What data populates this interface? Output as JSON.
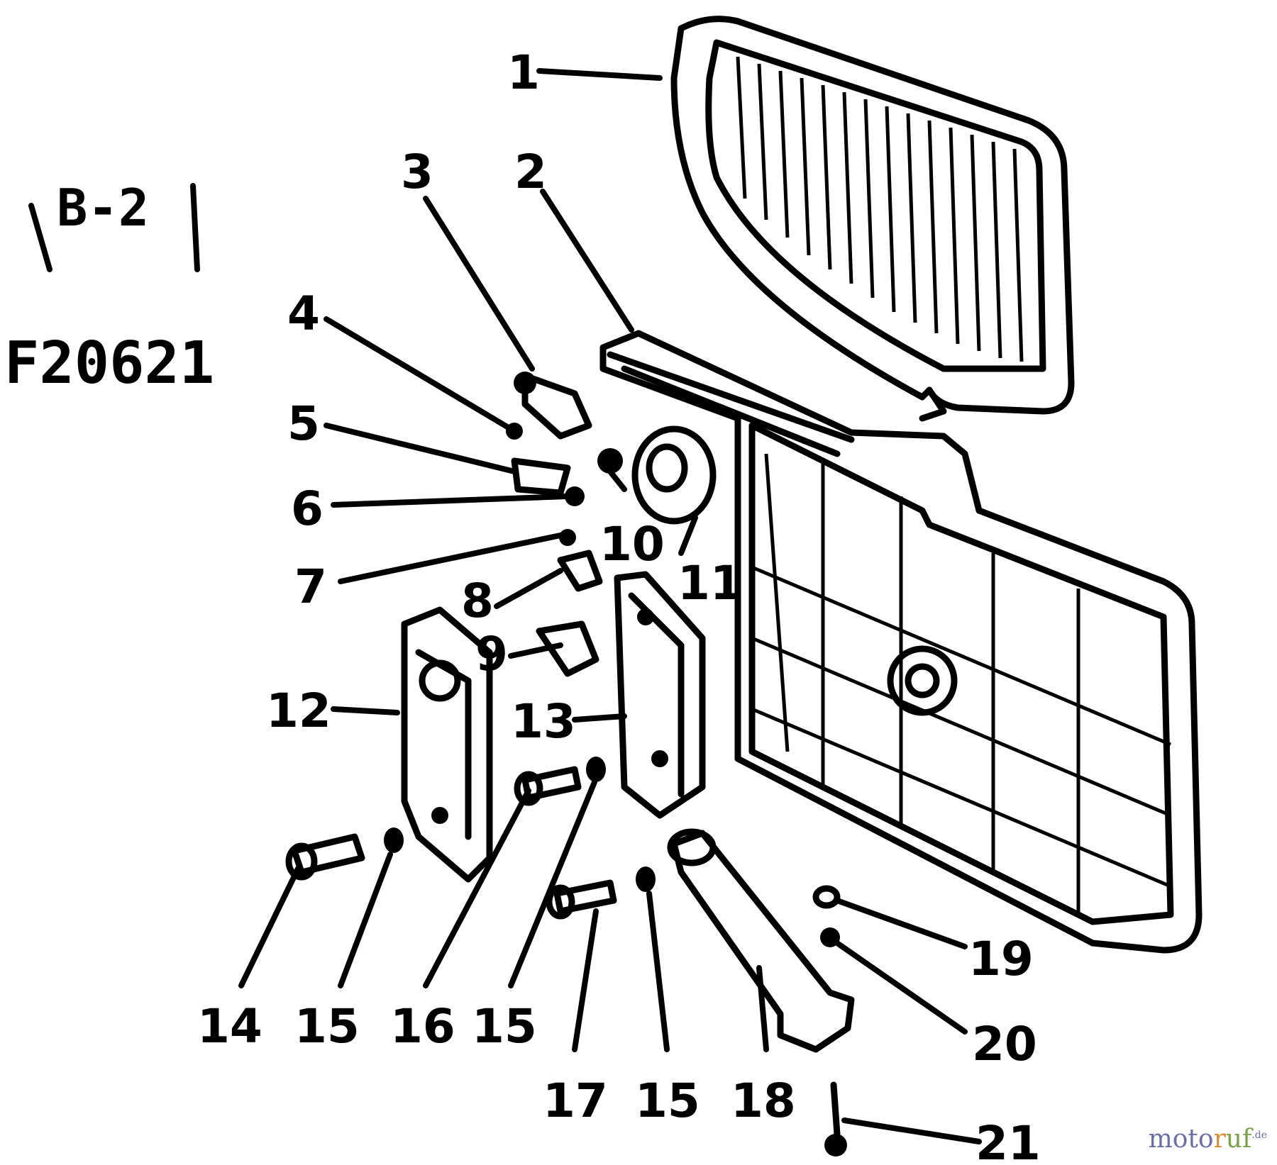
{
  "diagram": {
    "section_label": "B-2",
    "figure_code": "F20621",
    "callouts": [
      "1",
      "2",
      "3",
      "4",
      "5",
      "6",
      "7",
      "8",
      "9",
      "10",
      "11",
      "12",
      "13",
      "14",
      "15",
      "16",
      "15",
      "17",
      "15",
      "18",
      "19",
      "20",
      "21"
    ]
  },
  "watermark": {
    "text_a": "moto",
    "text_b": "r",
    "text_c": "uf",
    "suffix": ".de"
  },
  "colors": {
    "ink": "#000000",
    "paper": "#ffffff",
    "watermark_blue": "#6a6fa8",
    "watermark_orange": "#e38b2a",
    "watermark_green": "#7aa04a"
  }
}
